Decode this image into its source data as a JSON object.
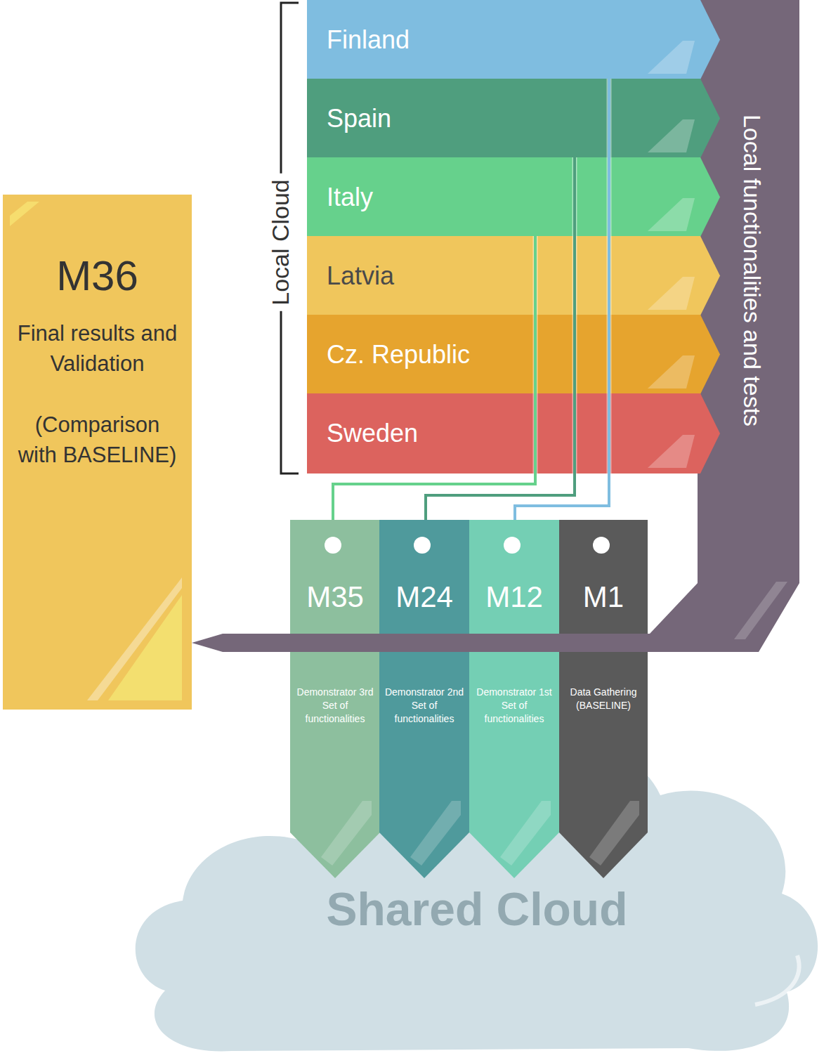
{
  "diagram": {
    "nodes": [
      {
        "text": [
          "Finland"
        ]
      },
      {
        "text": [
          "Spain"
        ]
      },
      {
        "text": [
          "Italy"
        ]
      },
      {
        "text": [
          "Latvia"
        ]
      },
      {
        "text": [
          "Cz. Republic"
        ]
      },
      {
        "text": [
          "Sweden"
        ]
      },
      {
        "text": [
          "M36",
          "Final results and Validation",
          "(Comparison with BASELINE)"
        ]
      },
      {
        "text": [
          "M35",
          "Demonstrator 3rd Set of functionalities"
        ]
      },
      {
        "text": [
          "M24",
          "Demonstrator 2nd Set of functionalities"
        ]
      },
      {
        "text": [
          "M12",
          "Demonstrator 1st Set of functionalities"
        ]
      },
      {
        "text": [
          "M1",
          "Data Gathering (BASELINE)"
        ]
      },
      {
        "text": [
          "Local functionalities and tests"
        ]
      },
      {
        "text": [
          "Shared Cloud"
        ]
      }
    ],
    "edges": [
      {
        "from": 0,
        "to": 9,
        "arrow": "none"
      },
      {
        "from": 1,
        "to": 8,
        "arrow": "none"
      },
      {
        "from": 2,
        "to": 7,
        "arrow": "none"
      },
      {
        "from": 11,
        "to": 6,
        "arrow": "to"
      }
    ],
    "labels": [
      "Local Cloud"
    ]
  }
}
